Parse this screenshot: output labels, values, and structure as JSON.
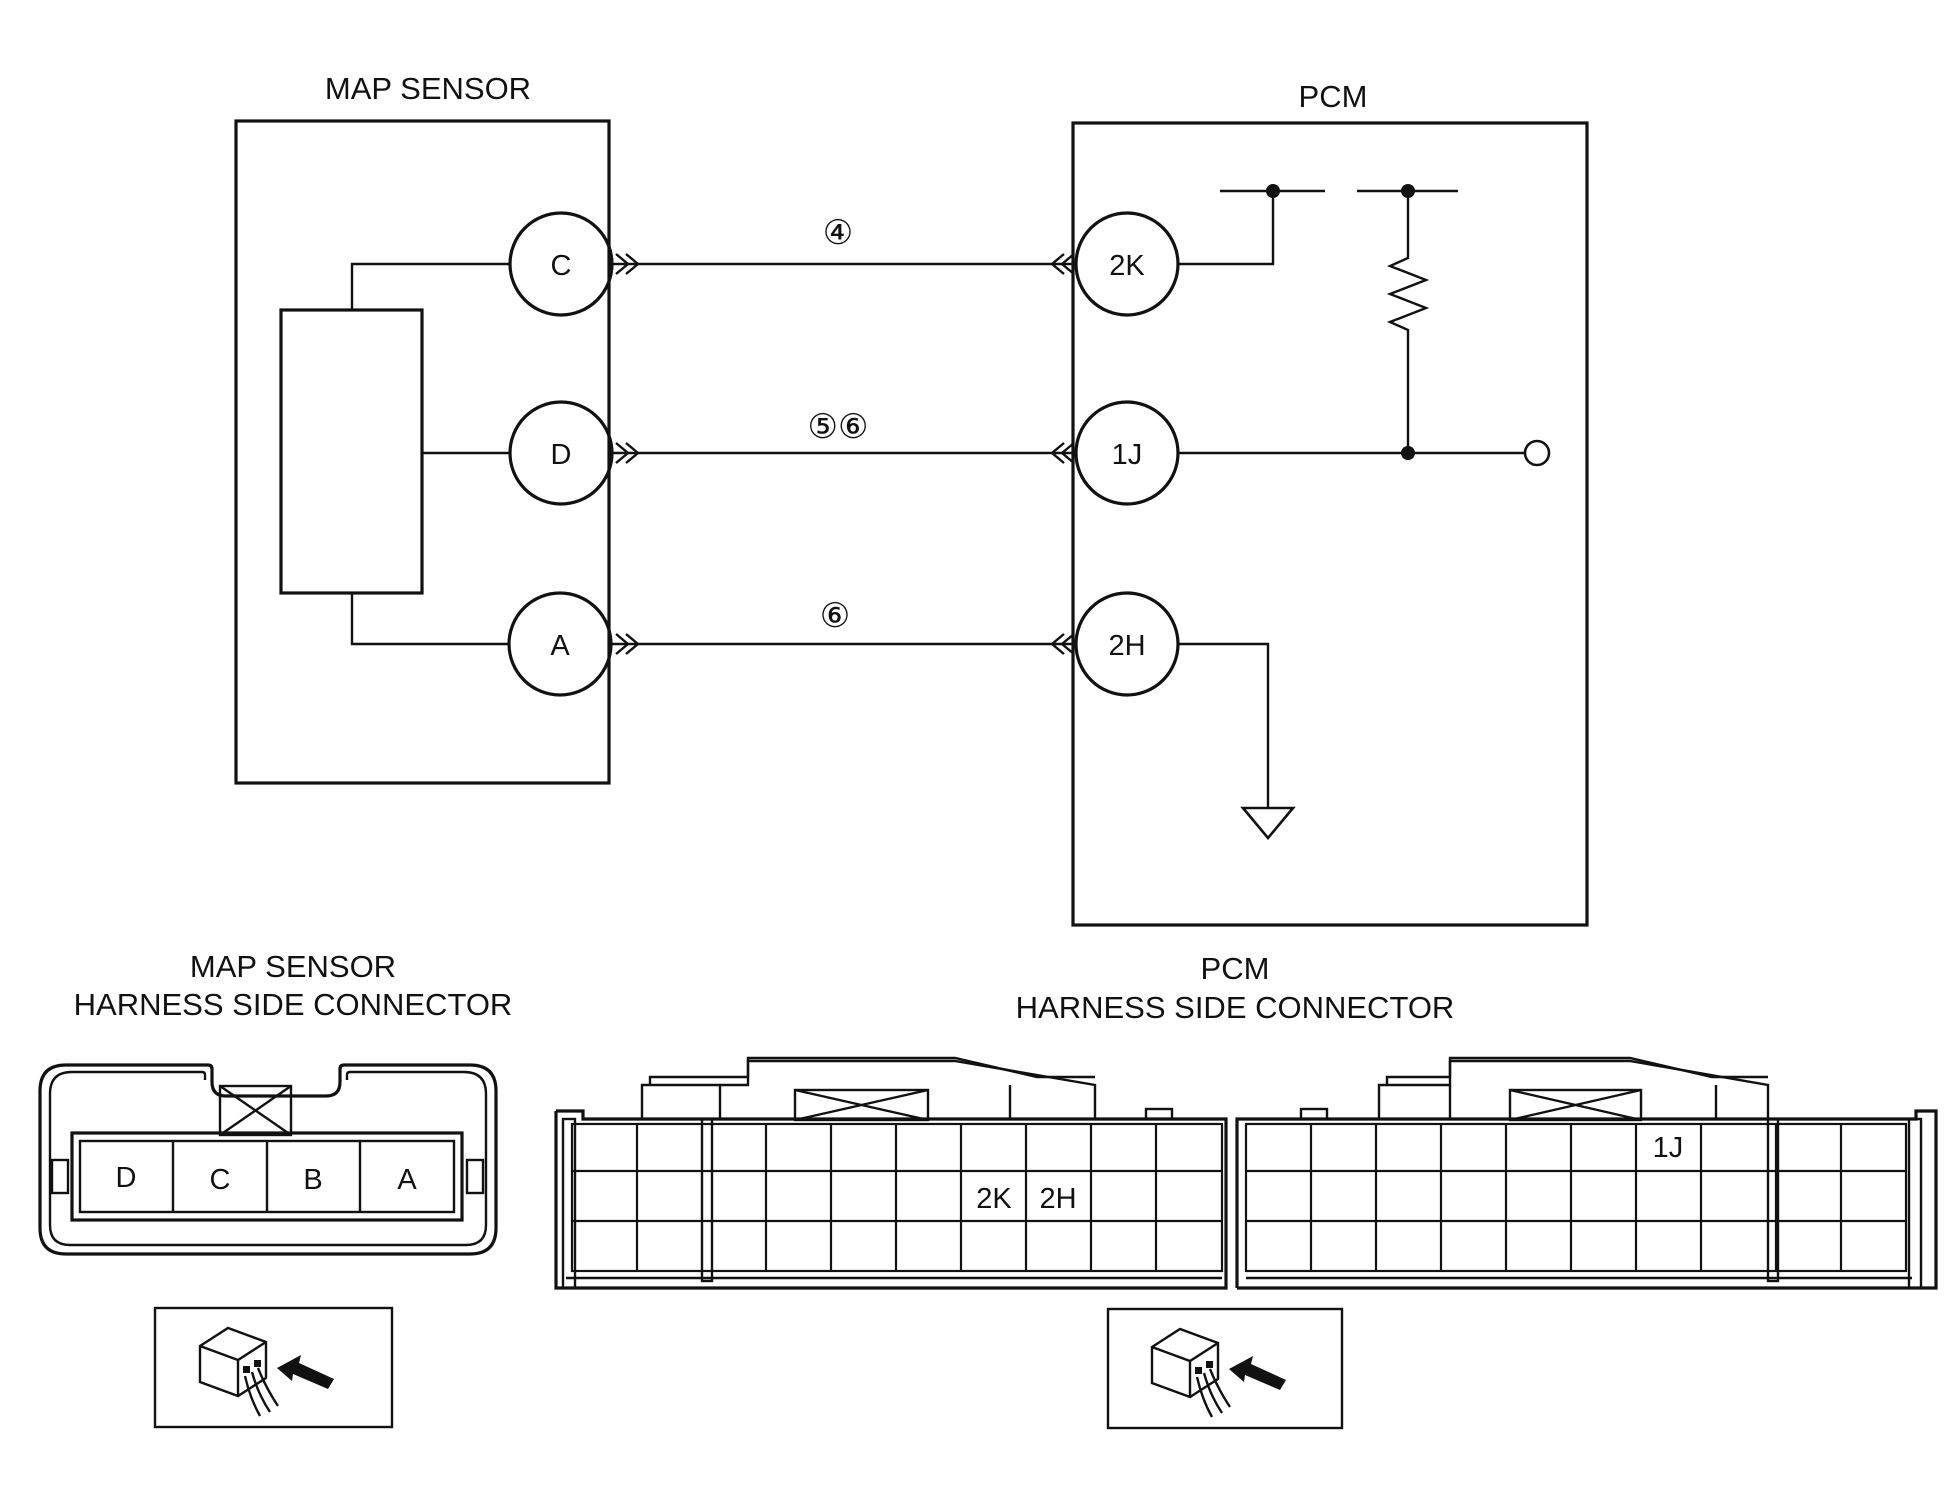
{
  "schematic": {
    "map_sensor_title": "MAP SENSOR",
    "pcm_title": "PCM",
    "sensor_pins": {
      "c": "C",
      "d": "D",
      "a": "A"
    },
    "pcm_pins": {
      "k2": "2K",
      "j1": "1J",
      "h2": "2H"
    },
    "wire_markers": {
      "top": "④",
      "middle": "⑤⑥",
      "bottom": "⑥"
    }
  },
  "map_connector": {
    "title_line1": "MAP SENSOR",
    "title_line2": "HARNESS SIDE CONNECTOR",
    "cells": [
      "D",
      "C",
      "B",
      "A"
    ]
  },
  "pcm_connector": {
    "title_line1": "PCM",
    "title_line2": "HARNESS SIDE CONNECTOR",
    "labels": {
      "k2": "2K",
      "h2": "2H",
      "j1": "1J"
    }
  },
  "icons": {
    "map_view": "harness-view-icon",
    "pcm_view": "harness-view-icon"
  }
}
